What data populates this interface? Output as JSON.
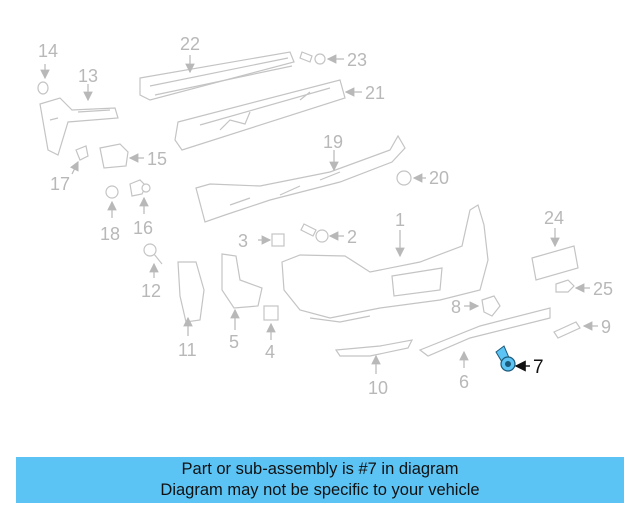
{
  "callouts": {
    "c1": "1",
    "c2": "2",
    "c3": "3",
    "c4": "4",
    "c5": "5",
    "c6": "6",
    "c7": "7",
    "c8": "8",
    "c9": "9",
    "c10": "10",
    "c11": "11",
    "c12": "12",
    "c13": "13",
    "c14": "14",
    "c15": "15",
    "c16": "16",
    "c17": "17",
    "c18": "18",
    "c19": "19",
    "c20": "20",
    "c21": "21",
    "c22": "22",
    "c23": "23",
    "c24": "24",
    "c25": "25"
  },
  "highlight_part": "7",
  "colors": {
    "highlight": "#5bc4f5",
    "part_outline": "#c4c4c4",
    "banner_bg": "#5bc4f5"
  },
  "banner": {
    "line1": "Part or sub-assembly is #7 in diagram",
    "line2": "Diagram may not be specific to your vehicle"
  }
}
